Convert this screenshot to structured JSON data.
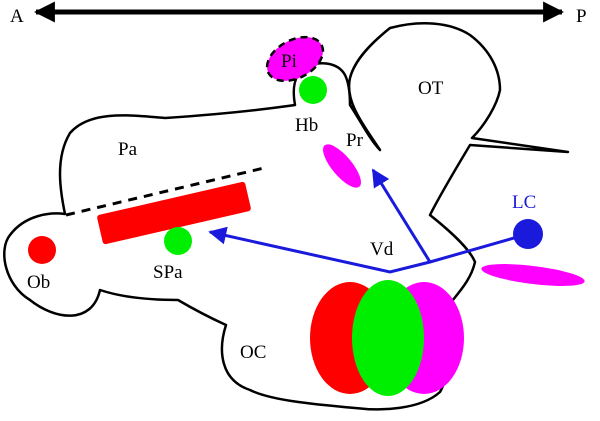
{
  "axis": {
    "anterior_label": "A",
    "posterior_label": "P"
  },
  "regions": {
    "pa": "Pa",
    "ot": "OT",
    "oc": "OC",
    "hb": "Hb",
    "pi": "Pi",
    "pr": "Pr",
    "ob": "Ob",
    "spa": "SPa",
    "vd": "Vd",
    "lc": "LC"
  },
  "colors": {
    "red": "#ff0000",
    "green": "#00ee00",
    "magenta": "#ff00ff",
    "blue": "#1a1adc",
    "outline": "#000000"
  }
}
